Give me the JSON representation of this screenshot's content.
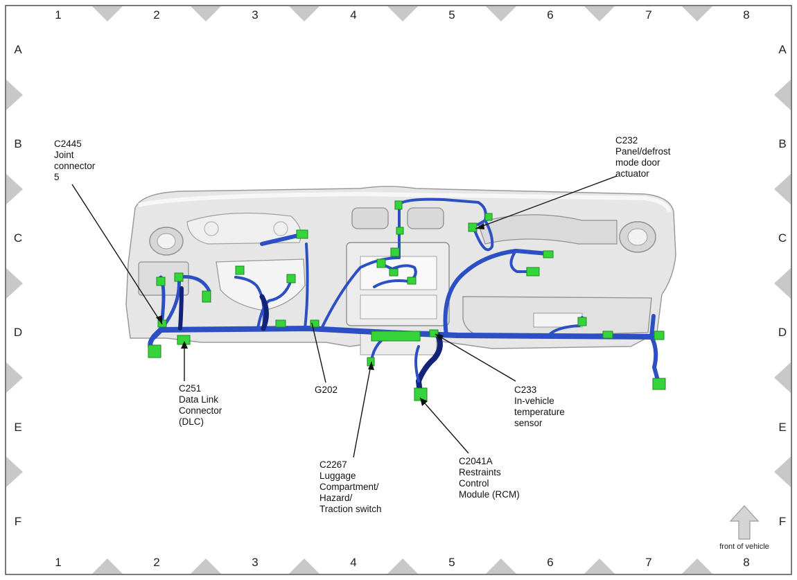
{
  "grid": {
    "columns": [
      "1",
      "2",
      "3",
      "4",
      "5",
      "6",
      "7",
      "8"
    ],
    "rows": [
      "A",
      "B",
      "C",
      "D",
      "E",
      "F"
    ]
  },
  "callouts": [
    {
      "id": "c2445",
      "lines": [
        "C2445",
        "Joint",
        "connector",
        "5"
      ]
    },
    {
      "id": "c232",
      "lines": [
        "C232",
        "Panel/defrost",
        "mode door",
        "actuator"
      ]
    },
    {
      "id": "c251",
      "lines": [
        "C251",
        "Data Link",
        "Connector",
        "(DLC)"
      ]
    },
    {
      "id": "g202",
      "lines": [
        "G202"
      ]
    },
    {
      "id": "c233",
      "lines": [
        "C233",
        "In-vehicle",
        "temperature",
        "sensor"
      ]
    },
    {
      "id": "c2267",
      "lines": [
        "C2267",
        "Luggage",
        "Compartment/",
        "Hazard/",
        "Traction switch"
      ]
    },
    {
      "id": "c2041a",
      "lines": [
        "C2041A",
        "Restraints",
        "Control",
        "Module (RCM)"
      ]
    }
  ],
  "orientation": {
    "label": "front of vehicle"
  },
  "colors": {
    "harness": "#2d4fc4",
    "harness_dark": "#13237a",
    "connector": "#35d43a",
    "panel": "#e6e6e6",
    "marker": "#c8c8c8"
  }
}
